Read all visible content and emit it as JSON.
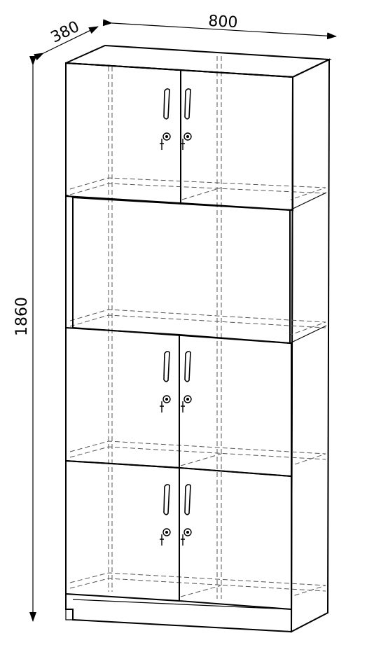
{
  "dimensions": {
    "width": "800",
    "depth": "380",
    "height": "1860"
  },
  "cabinet": {
    "door_rows": 3,
    "open_shelf_rows": 1,
    "doors_per_row": 2
  }
}
